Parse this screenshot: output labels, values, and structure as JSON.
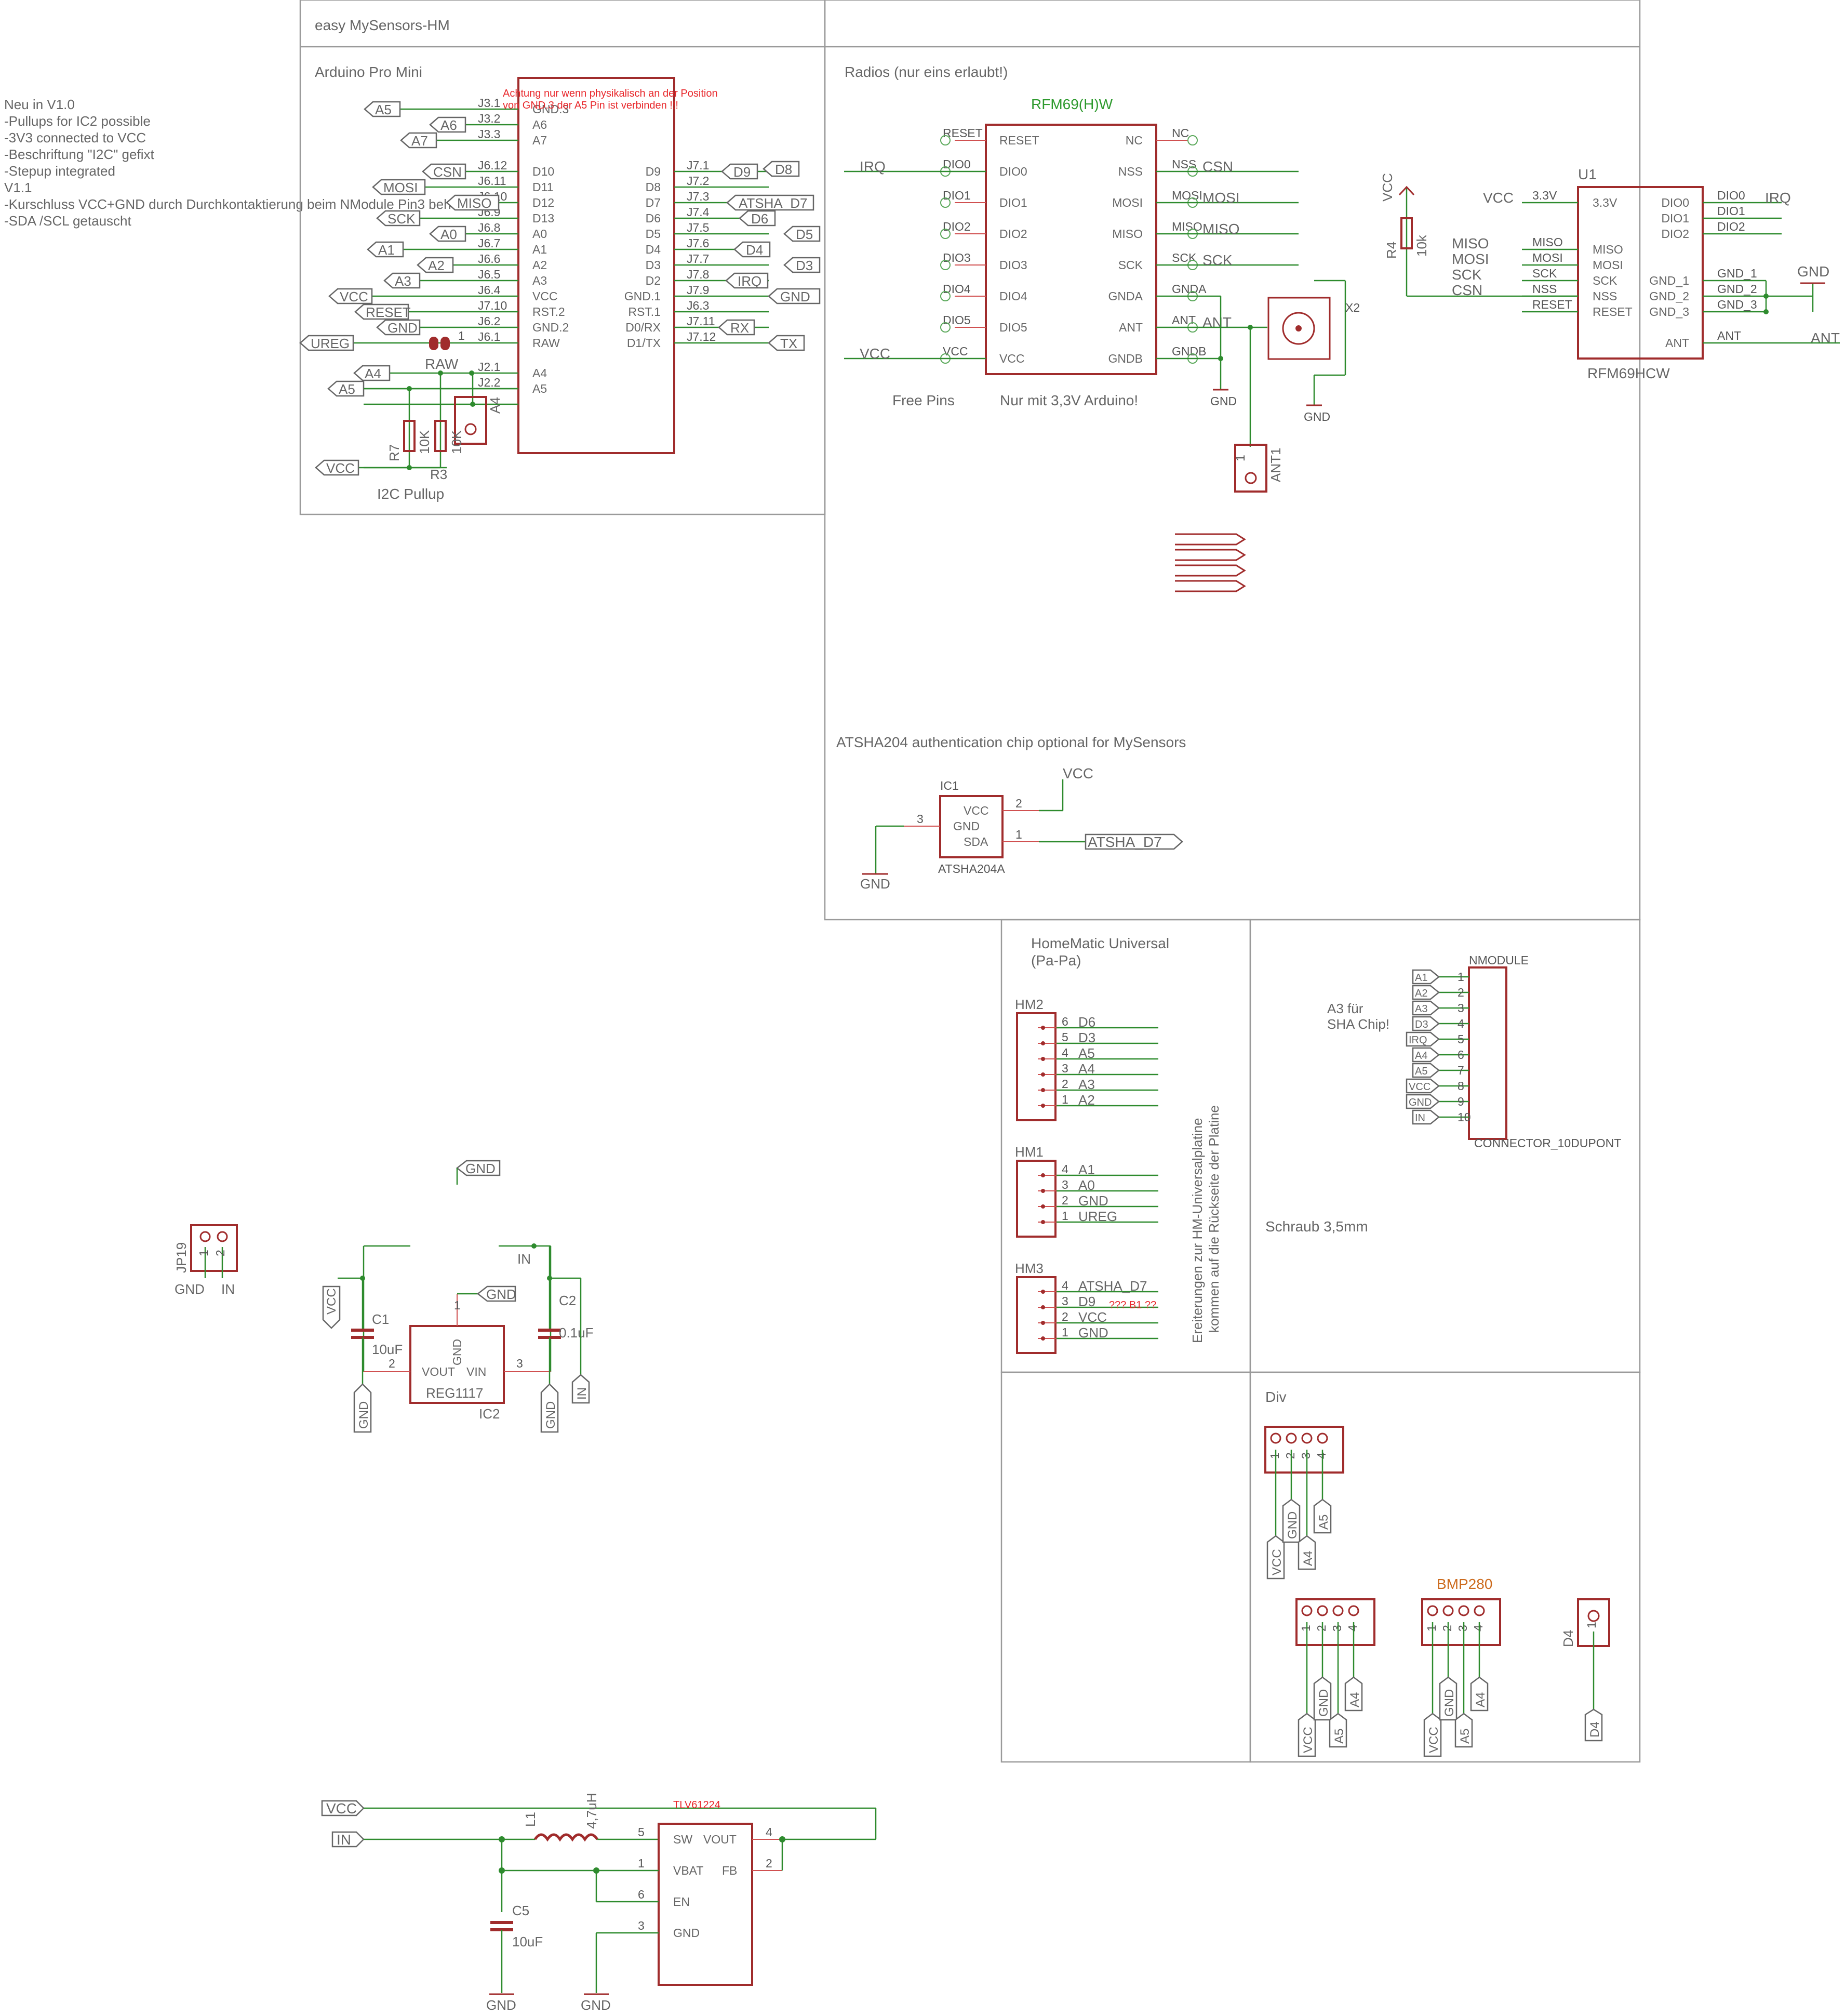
{
  "notes": {
    "lines": [
      "Neu in V1.0",
      "-Pullups for IC2 possible",
      "-3V3 connected to VCC",
      "-Beschriftung \"I2C\" gefixt",
      "-Stepup integrated",
      "V1.1",
      "-Kurschluss VCC+GND durch Durchkontaktierung beim NModule Pin3 behoben",
      "-SDA /SCL getauscht"
    ]
  },
  "sheet": {
    "title": "easy MySensors-HM",
    "arduino_title": "Arduino Pro Mini",
    "radios_title": "Radios (nur eins erlaubt!)",
    "atsha_title": "ATSHA204 authentication chip optional for MySensors",
    "homematic_title_1": "HomeMatic Universal",
    "homematic_title_2": "(Pa-Pa)",
    "div_title": "Div",
    "schraub": "Schraub 3,5mm",
    "a3_note_1": "A3 für",
    "a3_note_2": "SHA Chip!",
    "hm_side_note_1": "Ereiterungen zur HM-Universalplatine",
    "hm_side_note_2": "kommen auf die Rückseite der Platine",
    "warning_1": "Achtung nur wenn physikalisch an der Position",
    "warning_2": "von GND.3 der A5 Pin ist verbinden !!!",
    "i2c_pullup": "I2C Pullup",
    "free_pins": "Free Pins",
    "only_33": "Nur mit 3,3V Arduino!",
    "question": "??? B1 ??"
  },
  "arduino": {
    "left_pins": [
      {
        "num": "J3.1",
        "name": "GND.3"
      },
      {
        "num": "J3.2",
        "name": "A6"
      },
      {
        "num": "J3.3",
        "name": "A7"
      },
      {
        "num": "J6.12",
        "name": "D10"
      },
      {
        "num": "J6.11",
        "name": "D11"
      },
      {
        "num": "J6.10",
        "name": "D12"
      },
      {
        "num": "J6.9",
        "name": "D13"
      },
      {
        "num": "J6.8",
        "name": "A0"
      },
      {
        "num": "J6.7",
        "name": "A1"
      },
      {
        "num": "J6.6",
        "name": "A2"
      },
      {
        "num": "J6.5",
        "name": "A3"
      },
      {
        "num": "J6.4",
        "name": "VCC"
      },
      {
        "num": "J7.10",
        "name": "RST.2"
      },
      {
        "num": "J6.2",
        "name": "GND.2"
      },
      {
        "num": "J6.1",
        "name": "RAW"
      },
      {
        "num": "J2.1",
        "name": "A4"
      },
      {
        "num": "J2.2",
        "name": "A5"
      }
    ],
    "right_pins": [
      {
        "num": "J7.1",
        "name": "D9"
      },
      {
        "num": "J7.2",
        "name": "D8"
      },
      {
        "num": "J7.3",
        "name": "D7"
      },
      {
        "num": "J7.4",
        "name": "D6"
      },
      {
        "num": "J7.5",
        "name": "D5"
      },
      {
        "num": "J7.6",
        "name": "D4"
      },
      {
        "num": "J7.7",
        "name": "D3"
      },
      {
        "num": "J7.8",
        "name": "D2"
      },
      {
        "num": "J7.9",
        "name": "GND.1"
      },
      {
        "num": "J6.3",
        "name": "RST.1"
      },
      {
        "num": "J7.11",
        "name": "D0/RX"
      },
      {
        "num": "J7.12",
        "name": "D1/TX"
      }
    ],
    "left_flags": [
      "A5",
      "A6",
      "A7",
      "CSN",
      "MOSI",
      "MISO",
      "SCK",
      "A0",
      "A1",
      "A2",
      "A3",
      "VCC",
      "RESET",
      "GND",
      "UREG",
      "A4",
      "A5",
      "VCC"
    ],
    "right_flags": [
      "D9",
      "D8",
      "ATSHA_D7",
      "D6",
      "D5",
      "D4",
      "D3",
      "IRQ",
      "GND",
      "RX",
      "TX"
    ],
    "raw_label": "RAW",
    "r7": "R7",
    "r7v": "10K",
    "r3": "R3",
    "r3v": "10K",
    "a4": "A4",
    "jp_pin": "1"
  },
  "rfm69": {
    "title": "RFM69(H)W",
    "left_pins": [
      "RESET",
      "DIO0",
      "DIO1",
      "DIO2",
      "DIO3",
      "DIO4",
      "DIO5",
      "VCC"
    ],
    "right_pins": [
      "NC",
      "NSS",
      "MOSI",
      "MISO",
      "SCK",
      "GNDA",
      "ANT",
      "GNDB"
    ],
    "left_nets": [
      "RESET",
      "DIO0",
      "DIO1",
      "DIO2",
      "DIO3",
      "DIO4",
      "DIO5",
      "VCC"
    ],
    "right_nets": [
      "NC",
      "NSS",
      "MOSI",
      "MISO",
      "SCK",
      "GNDA",
      "ANT",
      "GNDB"
    ],
    "irq": "IRQ",
    "vcc": "VCC",
    "csn": "CSN",
    "mosi": "MOSI",
    "miso": "MISO",
    "sck": "SCK",
    "ant": "ANT",
    "gnd1": "GND",
    "gnd2": "GND",
    "x2": "X2",
    "ant1": "ANT1",
    "ant1_pin": "1"
  },
  "rfm69hcw": {
    "u1": "U1",
    "name": "RFM69HCW",
    "left_pins": [
      "3.3V",
      "MISO",
      "MOSI",
      "SCK",
      "NSS",
      "RESET"
    ],
    "right_pins": [
      "DIO0",
      "DIO1",
      "DIO2",
      "GND_1",
      "GND_2",
      "GND_3",
      "ANT"
    ],
    "left_nets": [
      "3.3V",
      "MISO",
      "MOSI",
      "SCK",
      "NSS",
      "RESET"
    ],
    "right_nets": [
      "DIO0",
      "DIO1",
      "DIO2",
      "GND_1",
      "GND_2",
      "GND_3",
      "ANT"
    ],
    "vcc_top": "VCC",
    "vcc": "VCC",
    "irq": "IRQ",
    "gnd": "GND",
    "ant": "ANT",
    "miso": "MISO",
    "mosi": "MOSI",
    "sck": "SCK",
    "csn": "CSN",
    "r4": "R4",
    "r4v": "10k"
  },
  "atsha": {
    "ic": "IC1",
    "name": "ATSHA204A",
    "pins": [
      "VCC",
      "GND",
      "SDA"
    ],
    "pin_nums": [
      "2",
      "3",
      "1"
    ],
    "vcc": "VCC",
    "gnd": "GND",
    "net": "ATSHA_D7"
  },
  "homematic": {
    "hm2": {
      "label": "HM2",
      "pins": [
        "6",
        "5",
        "4",
        "3",
        "2",
        "1"
      ],
      "nets": [
        "D6",
        "D3",
        "A5",
        "A4",
        "A3",
        "A2"
      ]
    },
    "hm1": {
      "label": "HM1",
      "pins": [
        "4",
        "3",
        "2",
        "1"
      ],
      "nets": [
        "A1",
        "A0",
        "GND",
        "UREG"
      ]
    },
    "hm3": {
      "label": "HM3",
      "pins": [
        "4",
        "3",
        "2",
        "1"
      ],
      "nets": [
        "ATSHA_D7",
        "D9",
        "VCC",
        "GND"
      ]
    }
  },
  "nmodule": {
    "name": "NMODULE",
    "part": "CONNECTOR_10DUPONT",
    "flags": [
      "A1",
      "A2",
      "A3",
      "D3",
      "IRQ",
      "A4",
      "A5",
      "VCC",
      "GND",
      "IN"
    ],
    "pins": [
      "1",
      "2",
      "3",
      "4",
      "5",
      "6",
      "7",
      "8",
      "9",
      "10"
    ]
  },
  "regulator": {
    "name": "REG1117",
    "ic": "IC2",
    "vout": "VOUT",
    "vin": "VIN",
    "gnd": "GND",
    "c1": "C1",
    "c1v": "10uF",
    "c2": "C2",
    "c2v": "0.1uF",
    "in_label": "IN",
    "vcc_flag": "VCC",
    "gnd_flag": "GND",
    "gnd_top": "GND",
    "gnd_bot1": "GND",
    "gnd_bot2": "GND",
    "in_flag": "IN",
    "pin1": "1",
    "pin2": "2",
    "pin3": "3"
  },
  "jp19": {
    "name": "JP19",
    "gnd": "GND",
    "in": "IN",
    "pins": [
      "1",
      "2"
    ]
  },
  "div": {
    "conn1": {
      "pins": [
        "1",
        "2",
        "3",
        "4"
      ],
      "flags": [
        "VCC",
        "GND",
        "A4",
        "A5"
      ]
    },
    "conn2": {
      "pins": [
        "1",
        "2",
        "3",
        "4"
      ],
      "flags": [
        "VCC",
        "GND",
        "A5",
        "A4"
      ]
    },
    "bmp": {
      "title": "BMP280",
      "pins": [
        "1",
        "2",
        "3",
        "4"
      ],
      "flags": [
        "VCC",
        "GND",
        "A5",
        "A4"
      ]
    },
    "d4": {
      "label": "D4",
      "pin": "1",
      "flag": "D4"
    }
  },
  "stepup": {
    "name": "TLV61224",
    "l1": "L1",
    "l1v": "4,7uH",
    "c5": "C5",
    "c5v": "10uF",
    "vcc": "VCC",
    "in": "IN",
    "gnd1": "GND",
    "gnd2": "GND",
    "pins_left": [
      {
        "name": "SW",
        "num": "5"
      },
      {
        "name": "VBAT",
        "num": "1"
      },
      {
        "name": "EN",
        "num": "6"
      },
      {
        "name": "GND",
        "num": "3"
      }
    ],
    "pins_right": [
      {
        "name": "VOUT",
        "num": "4"
      },
      {
        "name": "FB",
        "num": "2"
      }
    ]
  },
  "colors": {
    "part": "#a02c2c",
    "net": "#2e8b2e",
    "text": "#666666",
    "warning": "#e8262a",
    "title": "#2e9a2e",
    "bmp": "#cc6a1c"
  }
}
